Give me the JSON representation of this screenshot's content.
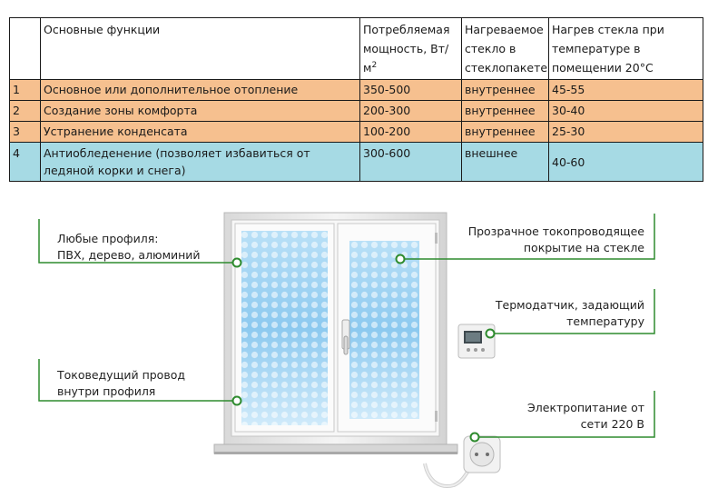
{
  "table": {
    "headers": {
      "num": "",
      "function": "Основные функции",
      "power_prefix": "Потребляемая мощность, Вт/м",
      "power_sup": "2",
      "glass": "Нагреваемое стекло в стеклопакете",
      "temp": "Нагрев стекла при температуре в помещении 20°С"
    },
    "rows": [
      {
        "num": "1",
        "function": "Основное или дополнительное отопление",
        "power": "350-500",
        "glass": "внутреннее",
        "temp": "45-55"
      },
      {
        "num": "2",
        "function": "Создание зоны комфорта",
        "power": "200-300",
        "glass": "внутреннее",
        "temp": "30-40"
      },
      {
        "num": "3",
        "function": "Устранение конденсата",
        "power": "100-200",
        "glass": "внутреннее",
        "temp": "25-30"
      },
      {
        "num": "4",
        "function": "Антиобледенение (позволяет избавиться от ледяной корки и снега)",
        "power": "300-600",
        "glass": "внешнее",
        "temp": "40-60"
      }
    ]
  },
  "callouts": {
    "profiles": [
      "Любые профиля:",
      "ПВХ, дерево, алюминий"
    ],
    "wire": [
      "Токоведущий провод",
      "внутри профиля"
    ],
    "coating": [
      "Прозрачное токопроводящее",
      "покрытие на стекле"
    ],
    "thermostat": [
      "Термодатчик, задающий",
      "температуру"
    ],
    "power": [
      "Электропитание от",
      "сети 220 В"
    ]
  },
  "colors": {
    "callout_line": "#2e8b2e",
    "row_orange": "#f6c08f",
    "row_blue": "#a6dae4",
    "glass": "#8cc9ef"
  }
}
